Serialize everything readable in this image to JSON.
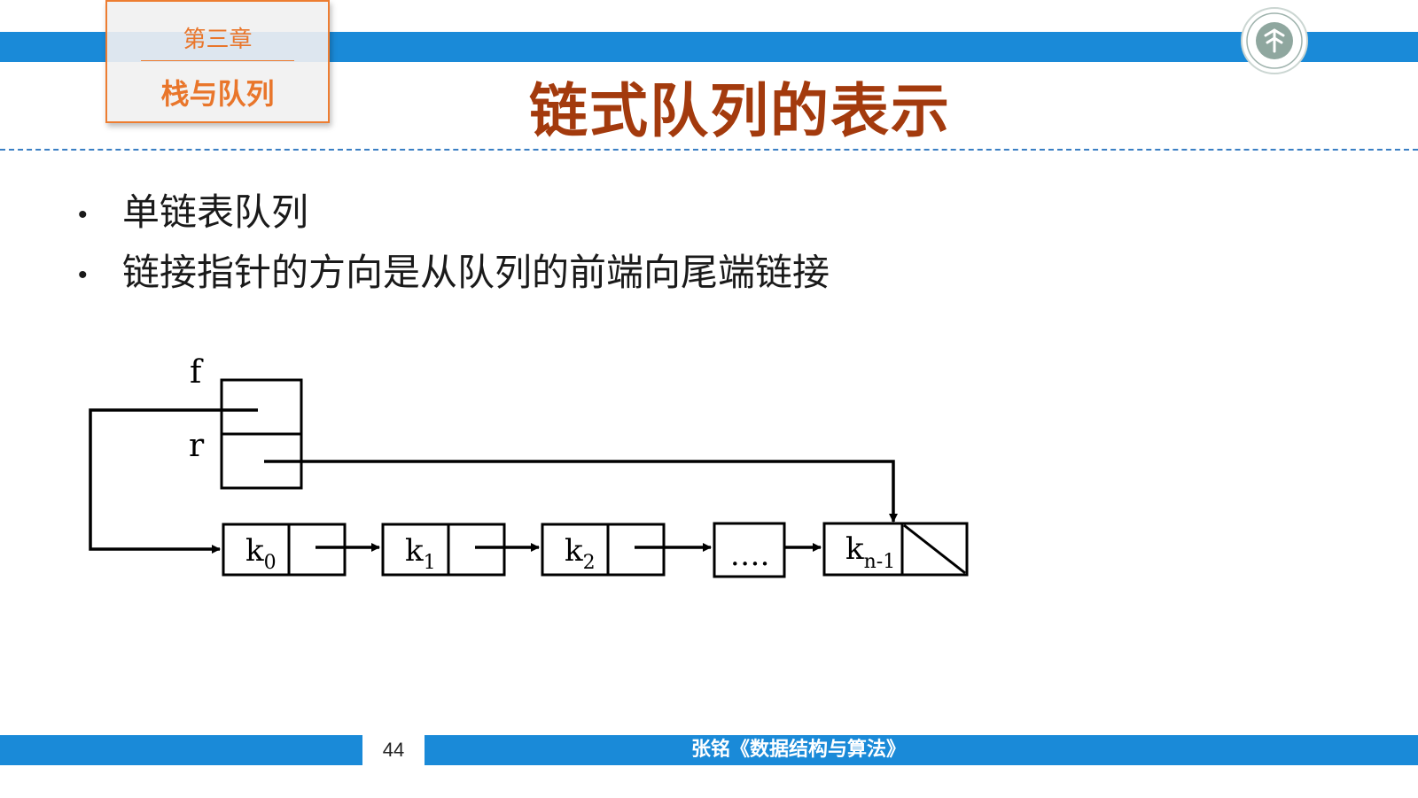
{
  "header": {
    "chapter": "第三章",
    "chapter_title": "栈与队列",
    "slide_title": "链式队列的表示"
  },
  "bullets": [
    "单链表队列",
    "链接指针的方向是从队列的前端向尾端链接"
  ],
  "diagram": {
    "front_label": "f",
    "rear_label": "r",
    "nodes": [
      {
        "base": "k",
        "sub": "0"
      },
      {
        "base": "k",
        "sub": "1"
      },
      {
        "base": "k",
        "sub": "2"
      },
      {
        "base": "….",
        "sub": ""
      },
      {
        "base": "k",
        "sub": "n-1"
      }
    ]
  },
  "footer": {
    "page_number": "44",
    "course": "张铭《数据结构与算法》"
  },
  "colors": {
    "bar_blue": "#1a8ad8",
    "chapter_orange": "#e9762b",
    "title_red": "#a33a0d"
  }
}
